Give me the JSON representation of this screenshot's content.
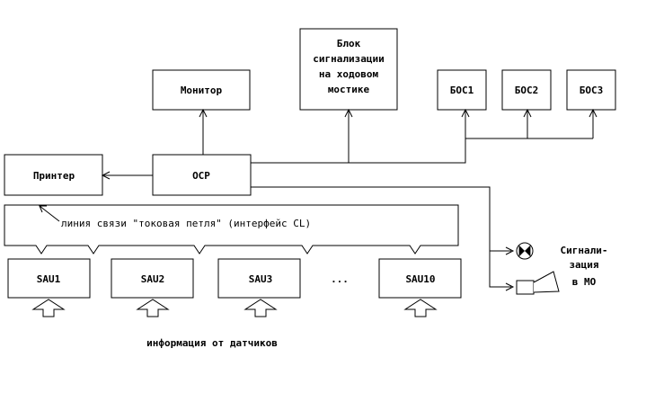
{
  "blocks": {
    "monitor": "Монитор",
    "alarm_line1": "Блок",
    "alarm_line2": "сигнализации",
    "alarm_line3": "на ходовом",
    "alarm_line4": "мостике",
    "bos1": "БОС1",
    "bos2": "БОС2",
    "bos3": "БОС3",
    "printer": "Принтер",
    "ocp": "ОСР"
  },
  "bus_label": "линия связи \"токовая петля\" (интерфейс CL)",
  "sau": [
    "SAU1",
    "SAU2",
    "SAU3",
    "SAU10"
  ],
  "ellipsis": "...",
  "sensors_label": "информация от датчиков",
  "mo_signal": {
    "line1": "Сигнали-",
    "line2": "зация",
    "line3": "в МО"
  }
}
